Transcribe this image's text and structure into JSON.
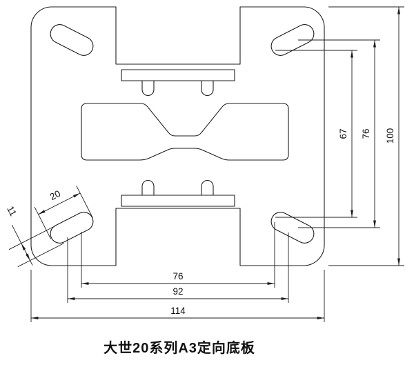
{
  "title": "大世20系列A3定向底板",
  "dims": {
    "bottom_inner": "76",
    "bottom_mid": "92",
    "bottom_overall": "114",
    "right_inner": "67",
    "right_mid": "76",
    "right_overall": "100",
    "slot_length": "20",
    "slot_width": "11"
  },
  "colors": {
    "line": "#1c1c1c",
    "background": "#ffffff"
  }
}
